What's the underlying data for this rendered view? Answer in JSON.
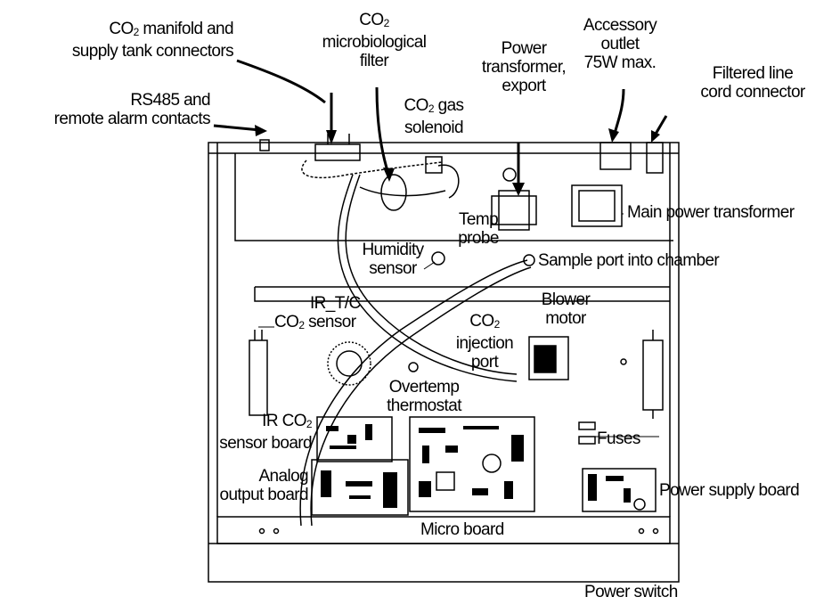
{
  "labels": {
    "co2_manifold": {
      "line1": "CO",
      "sub": "2",
      "line1_rest": " manifold and",
      "line2": "supply tank connectors"
    },
    "co2_filter": {
      "line1": "CO",
      "sub": "2",
      "line2": "microbiological",
      "line3": "filter"
    },
    "power_transformer_export": {
      "line1": "Power",
      "line2": "transformer,",
      "line3": "export"
    },
    "accessory_outlet": {
      "line1": "Accessory",
      "line2": "outlet",
      "line3": "75W max."
    },
    "filtered_line_cord": {
      "line1": "Filtered line",
      "line2": "cord connector"
    },
    "rs485": {
      "line1": "RS485 and",
      "line2": "remote alarm contacts"
    },
    "co2_gas_solenoid": {
      "line1": "CO",
      "sub": "2",
      "line1_rest": " gas",
      "line2": "solenoid"
    },
    "main_power_transformer": "Main power transformer",
    "temp_probe": {
      "line1": "Temp",
      "line2": "probe"
    },
    "humidity_sensor": {
      "line1": "Humidity",
      "line2": "sensor"
    },
    "sample_port": "Sample port into chamber",
    "ir_tc_co2_sensor": {
      "line1": "IR_T/C",
      "line2a": "CO",
      "sub": "2",
      "line2b": " sensor"
    },
    "blower_motor": {
      "line1": "Blower",
      "line2": "motor"
    },
    "co2_injection_port": {
      "line1": "CO",
      "sub": "2",
      "line2": "injection",
      "line3": "port"
    },
    "overtemp_thermostat": {
      "line1": "Overtemp",
      "line2": "thermostat"
    },
    "ir_co2_sensor_board": {
      "line1a": "IR CO",
      "sub": "2",
      "line2": "sensor board"
    },
    "fuses": "Fuses",
    "analog_output_board": {
      "line1": "Analog",
      "line2": "output board"
    },
    "power_supply_board": "Power supply board",
    "micro_board": "Micro board",
    "power_switch": "Power switch"
  }
}
